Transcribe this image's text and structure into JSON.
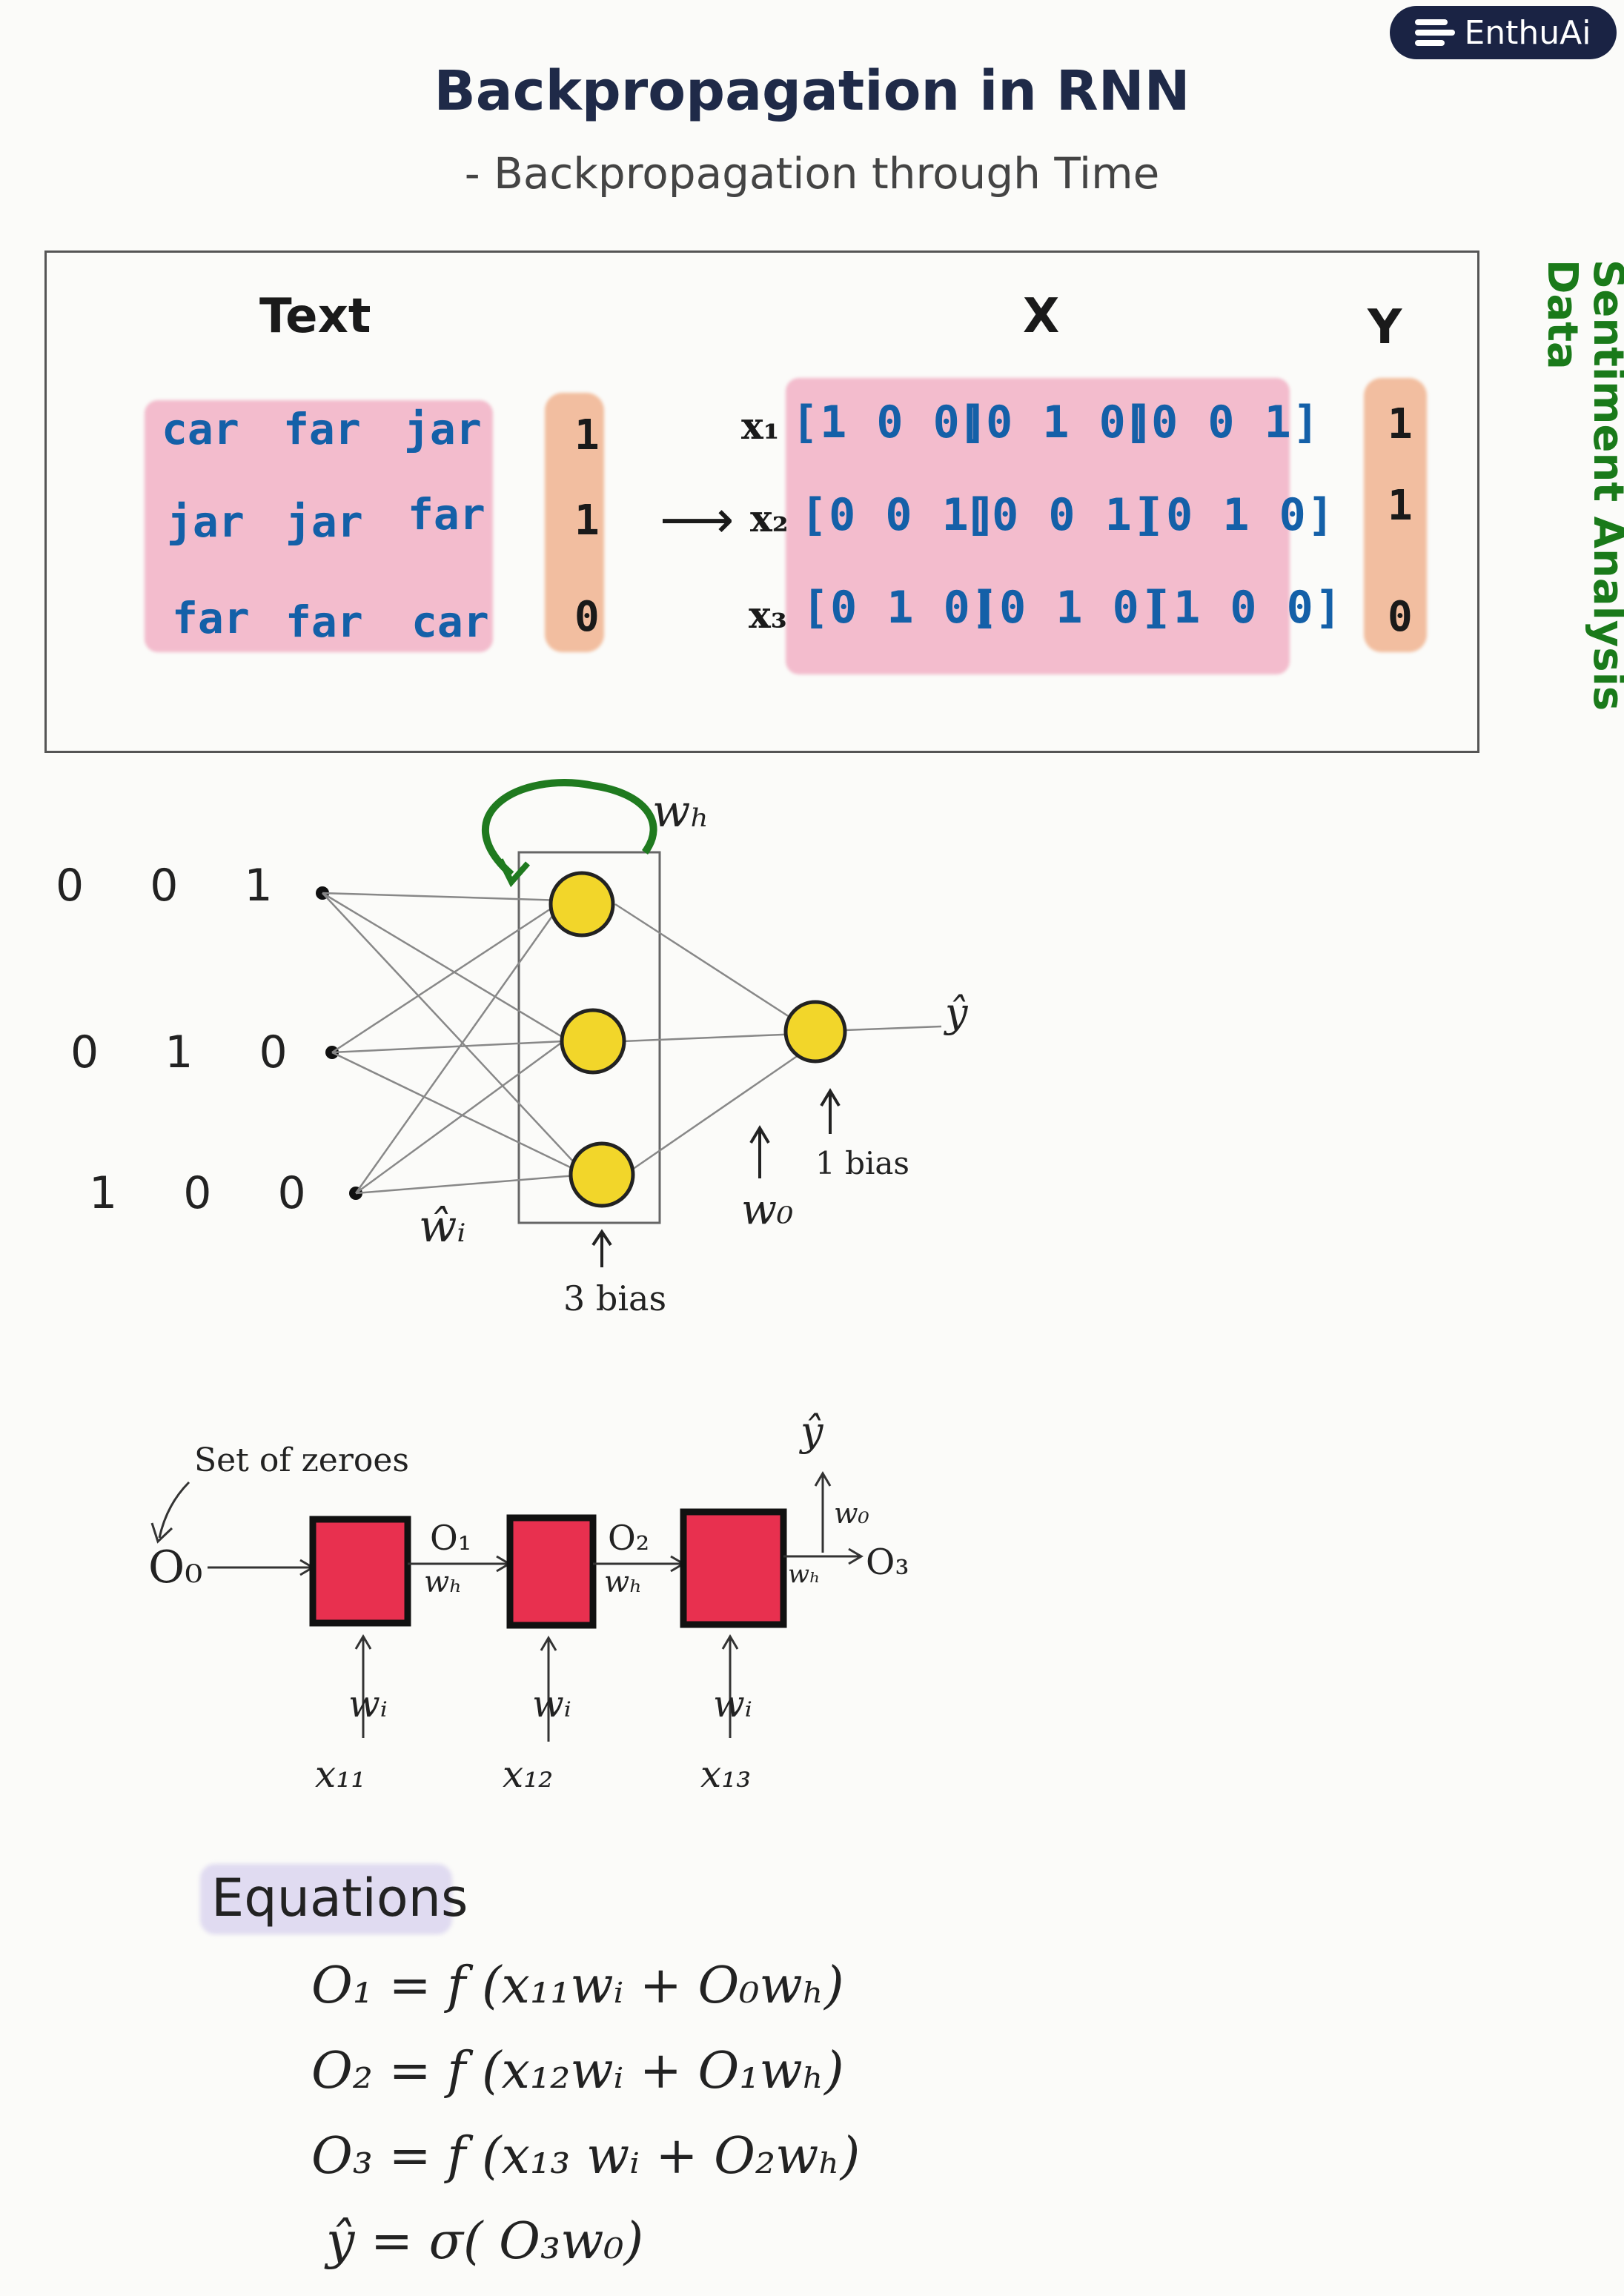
{
  "logo": {
    "text": "EnthuAi"
  },
  "title": "Backpropagation in RNN",
  "subtitle": "- Backpropagation through Time",
  "side_label": {
    "line1": "Sentiment Analysis",
    "line2": "Data"
  },
  "data_table": {
    "text_header": "Text",
    "x_header": "X",
    "y_header": "Y",
    "rows": [
      {
        "words": [
          "car",
          "far",
          "jar"
        ],
        "label": "1",
        "xlabel": "x₁",
        "vectors": [
          "[1 0 0]",
          "[0 1 0]",
          "[0 0 1]"
        ],
        "y": "1"
      },
      {
        "words": [
          "jar",
          "jar",
          "far"
        ],
        "label": "1",
        "xlabel": "x₂",
        "vectors": [
          "[0 0 1]",
          "[0 0 1]",
          "[0 1 0]"
        ],
        "y": "1"
      },
      {
        "words": [
          "far",
          "far",
          "car"
        ],
        "label": "0",
        "xlabel": "x₃",
        "vectors": [
          "[0 1 0]",
          "[0 1 0]",
          "[1 0 0]"
        ],
        "y": "0"
      }
    ],
    "arrow": "⟶"
  },
  "network": {
    "input_rows": [
      [
        "0",
        "0",
        "1"
      ],
      [
        "0",
        "1",
        "0"
      ],
      [
        "1",
        "0",
        "0"
      ]
    ],
    "wh_label": "wₕ",
    "wi_label": "ŵᵢ",
    "hidden_bias": "3 bias",
    "wo_label": "w₀",
    "out_bias": "1 bias",
    "output_label": "ŷ",
    "colors": {
      "node_fill": "#f2d62a",
      "loop": "#1f7a1f"
    }
  },
  "unrolled": {
    "zeros_note": "Set of zeroes",
    "o0": "O₀",
    "links": [
      {
        "top": "O₁",
        "bottom": "wₕ"
      },
      {
        "top": "O₂",
        "bottom": "wₕ"
      },
      {
        "top": "",
        "bottom": "wₕ"
      }
    ],
    "o3": "O₃",
    "wo": "w₀",
    "yhat": "ŷ",
    "inputs": [
      {
        "w": "wᵢ",
        "x": "x₁₁"
      },
      {
        "w": "wᵢ",
        "x": "x₁₂"
      },
      {
        "w": "wᵢ",
        "x": "x₁₃"
      }
    ],
    "colors": {
      "cell": "#e8304f"
    }
  },
  "equations": {
    "heading": "Equations",
    "lines": [
      "O₁ = f (x₁₁wᵢ + O₀wₕ)",
      "O₂ = f (x₁₂wᵢ + O₁wₕ)",
      "O₃ = f (x₁₃ wᵢ + O₂wₕ)",
      "ŷ = σ( O₃w₀)"
    ]
  }
}
